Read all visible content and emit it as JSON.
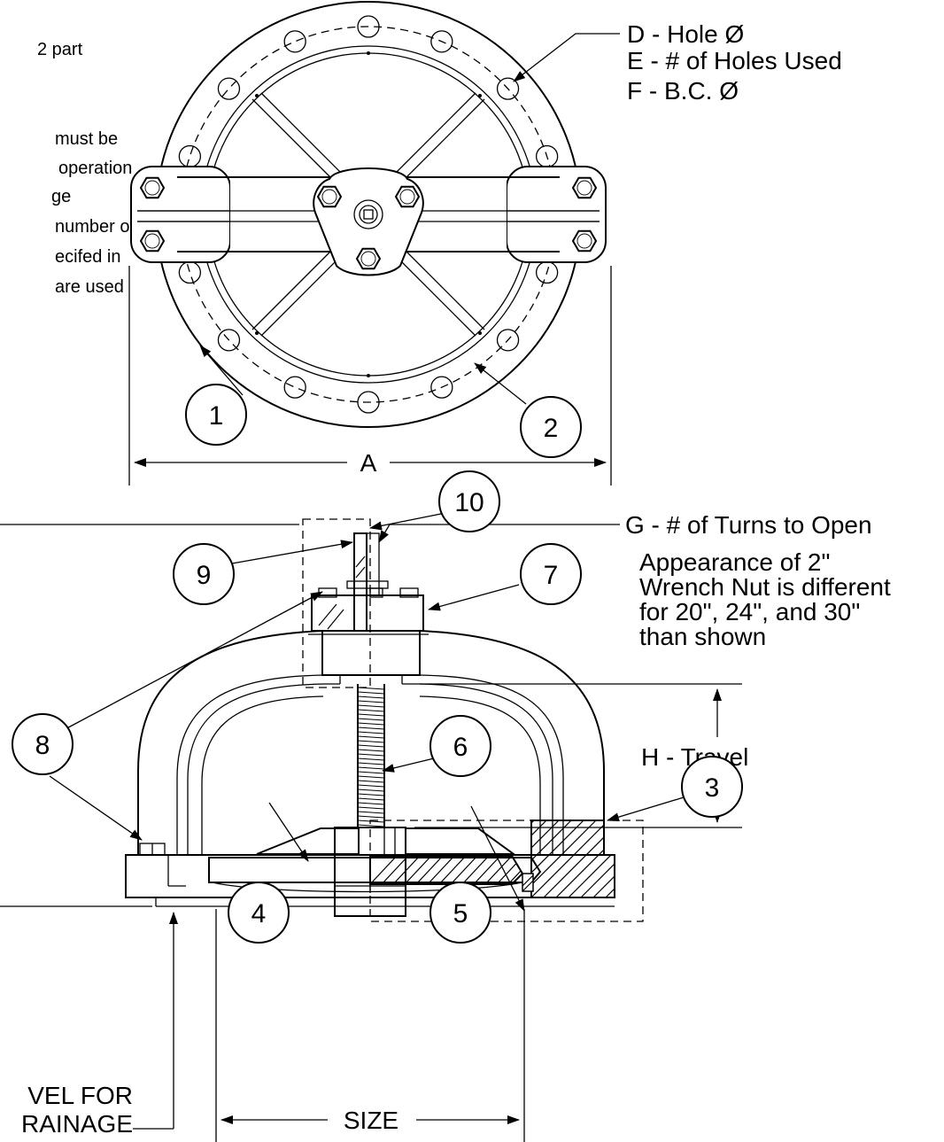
{
  "notes": {
    "lines": [
      "2 part",
      "must be",
      "operation",
      "ge",
      "number of",
      "ecifed in",
      "are used"
    ]
  },
  "labels": {
    "hole_dia": "D - Hole Ø",
    "holes_used": "E - # of Holes Used",
    "bolt_circle": "F - B.C. Ø",
    "dim_a": "A",
    "turns_to_open": "G - # of Turns to Open",
    "wrench_note": [
      "Appearance of 2\"",
      "Wrench Nut is different",
      "for 20\", 24\", and 30\"",
      "than shown"
    ],
    "travel": "H - Travel",
    "size": "SIZE",
    "drainage": [
      "VEL FOR",
      "RAINAGE"
    ]
  },
  "balloons": [
    "1",
    "2",
    "3",
    "4",
    "5",
    "6",
    "7",
    "8",
    "9",
    "10"
  ]
}
